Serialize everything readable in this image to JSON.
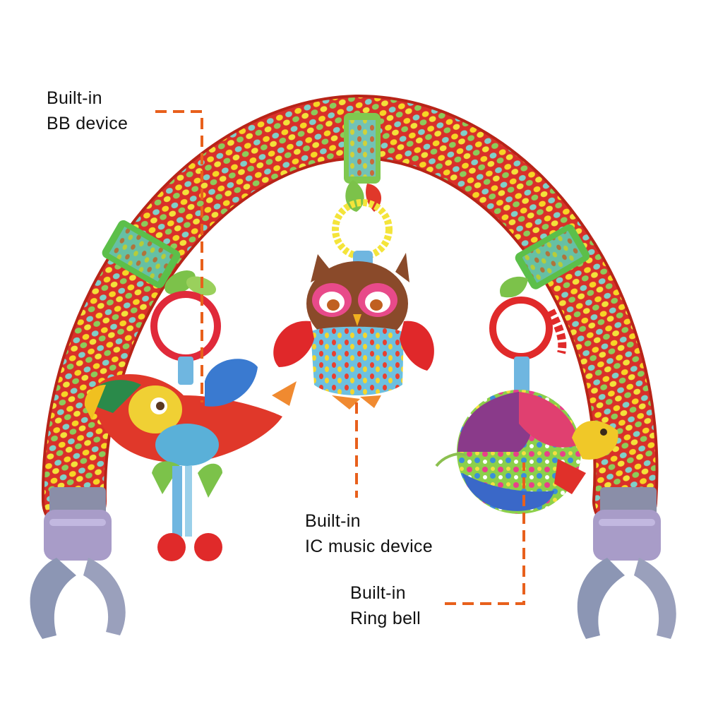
{
  "callouts": {
    "bb_device": {
      "line1": "Built-in",
      "line2": "BB device"
    },
    "ic_music": {
      "line1": "Built-in",
      "line2": "IC music device"
    },
    "ring_bell": {
      "line1": "Built-in",
      "line2": "Ring bell"
    }
  },
  "colors": {
    "arch_base": "#d9302a",
    "callout_line": "#e8601c",
    "clip": "#9aa0b8",
    "clip_band": "#a89cc8"
  }
}
